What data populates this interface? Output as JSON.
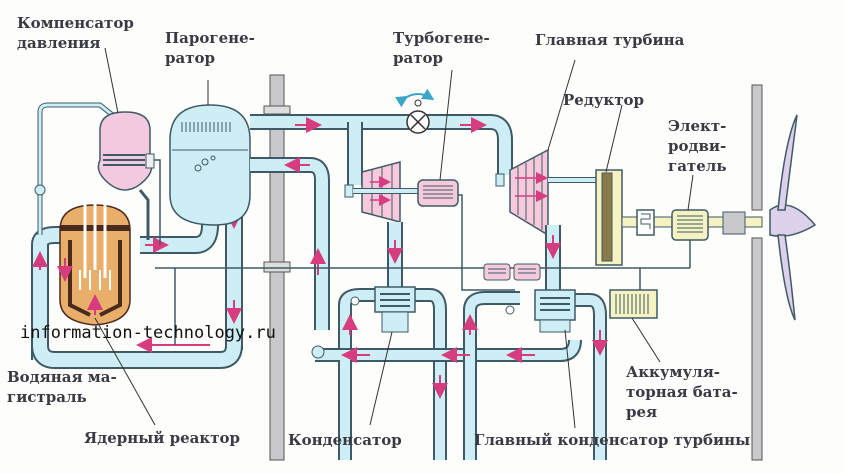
{
  "diagram": {
    "title": "Nuclear submarine propulsion plant",
    "labels": {
      "pressurizer": [
        "Компенсатор",
        "давления"
      ],
      "steam_generator": [
        "Парогене-",
        "ратор"
      ],
      "turbogenerator": [
        "Турбогене-",
        "ратор"
      ],
      "main_turbine": "Главная турбина",
      "reducer": "Редуктор",
      "electric_motor": [
        "Элект-",
        "родви-",
        "гатель"
      ],
      "water_main": [
        "Водяная ма-",
        "гистраль"
      ],
      "nuclear_reactor": "Ядерный реактор",
      "condenser": "Конденсатор",
      "main_turbine_condenser": "Главный конденсатор турбины",
      "battery": [
        "Аккумуля-",
        "торная бата-",
        "рея"
      ]
    },
    "watermark": "information-technology.ru",
    "colors": {
      "pipe": "#cdeef5",
      "pipe_stroke": "#3f5a66",
      "flow_arrow": "#d63c7e",
      "reactor": "#e8ae6a",
      "reactor_dark": "#4a2a1c",
      "pressurizer": "#f3c9df",
      "turbine_blades": "#f6c9dc",
      "reducer": "#f6f2c2",
      "propeller": "#ddd0ea",
      "hull": "#c9c9cb",
      "valve_arrow": "#3aa6c8"
    }
  }
}
